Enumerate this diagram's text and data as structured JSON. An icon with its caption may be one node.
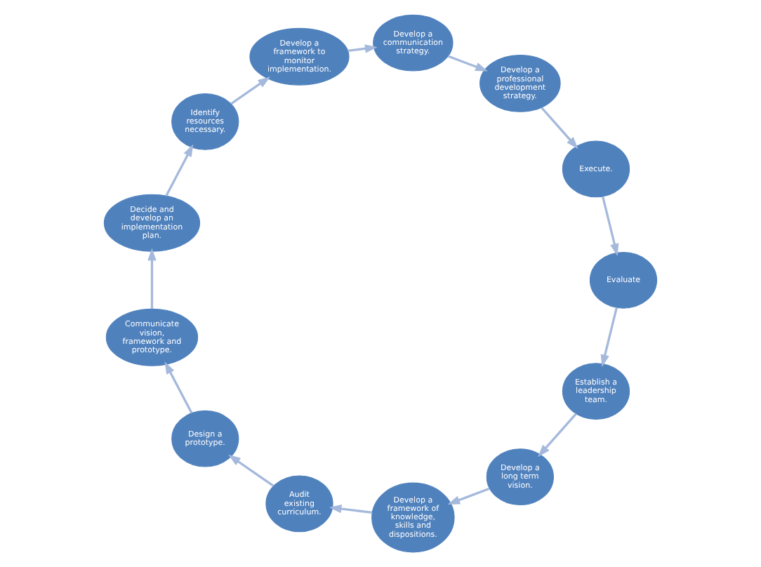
{
  "diagram": {
    "nodes": [
      {
        "text": [
          "Establish a leadership team."
        ]
      },
      {
        "text": [
          "Develop a long term vision."
        ]
      },
      {
        "text": [
          "Develop a framework of knowledge, skills and dispositions."
        ]
      },
      {
        "text": [
          "Audit existing curriculum."
        ]
      },
      {
        "text": [
          "Design a prototype."
        ]
      },
      {
        "text": [
          "Communicate vision, framework and prototype."
        ]
      },
      {
        "text": [
          "Decide and develop an implementation plan."
        ]
      },
      {
        "text": [
          "Identify resources necessary."
        ]
      },
      {
        "text": [
          "Develop a framework to monitor implementation."
        ]
      },
      {
        "text": [
          "Develop a communication strategy."
        ]
      },
      {
        "text": [
          "Develop a professional development strategy."
        ]
      },
      {
        "text": [
          "Execute."
        ]
      },
      {
        "text": [
          "Evaluate"
        ]
      }
    ],
    "edges": [
      {
        "from": 0,
        "to": 1,
        "arrow": "to"
      },
      {
        "from": 1,
        "to": 2,
        "arrow": "to"
      },
      {
        "from": 2,
        "to": 3,
        "arrow": "to"
      },
      {
        "from": 3,
        "to": 4,
        "arrow": "to"
      },
      {
        "from": 4,
        "to": 5,
        "arrow": "to"
      },
      {
        "from": 5,
        "to": 6,
        "arrow": "to"
      },
      {
        "from": 6,
        "to": 7,
        "arrow": "to"
      },
      {
        "from": 7,
        "to": 8,
        "arrow": "to"
      },
      {
        "from": 8,
        "to": 9,
        "arrow": "to"
      },
      {
        "from": 9,
        "to": 10,
        "arrow": "to"
      },
      {
        "from": 10,
        "to": 11,
        "arrow": "to"
      },
      {
        "from": 11,
        "to": 12,
        "arrow": "to"
      },
      {
        "from": 12,
        "to": 0,
        "arrow": "to"
      }
    ]
  }
}
